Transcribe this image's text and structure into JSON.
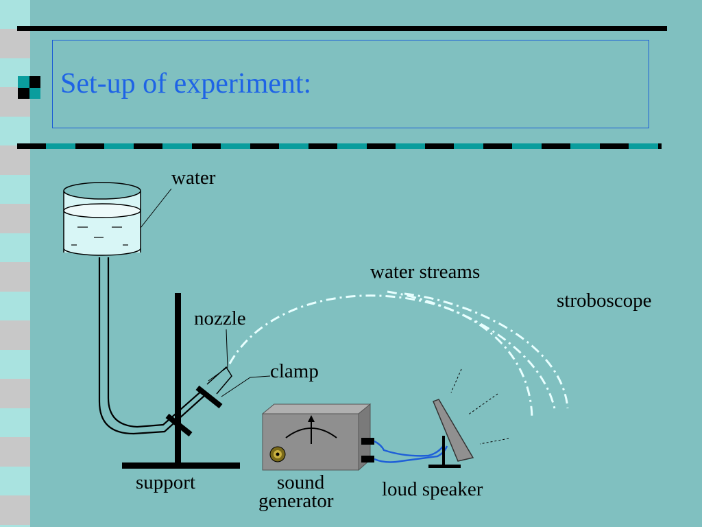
{
  "slide": {
    "title": "Set-up of experiment:"
  },
  "diagram": {
    "labels": {
      "water": "water",
      "water_streams": "water streams",
      "stroboscope": "stroboscope",
      "nozzle": "nozzle",
      "clamp": "clamp",
      "support": "support",
      "sound_generator_line1": "sound",
      "sound_generator_line2": "generator",
      "loud_speaker": "loud speaker"
    }
  },
  "colors": {
    "background": "#80c0c0",
    "title": "#1e63e6",
    "water_fill": "#d8f6f6",
    "stream": "#e8ffff",
    "wire": "#1e5fd8",
    "generator_box": "#909090"
  }
}
